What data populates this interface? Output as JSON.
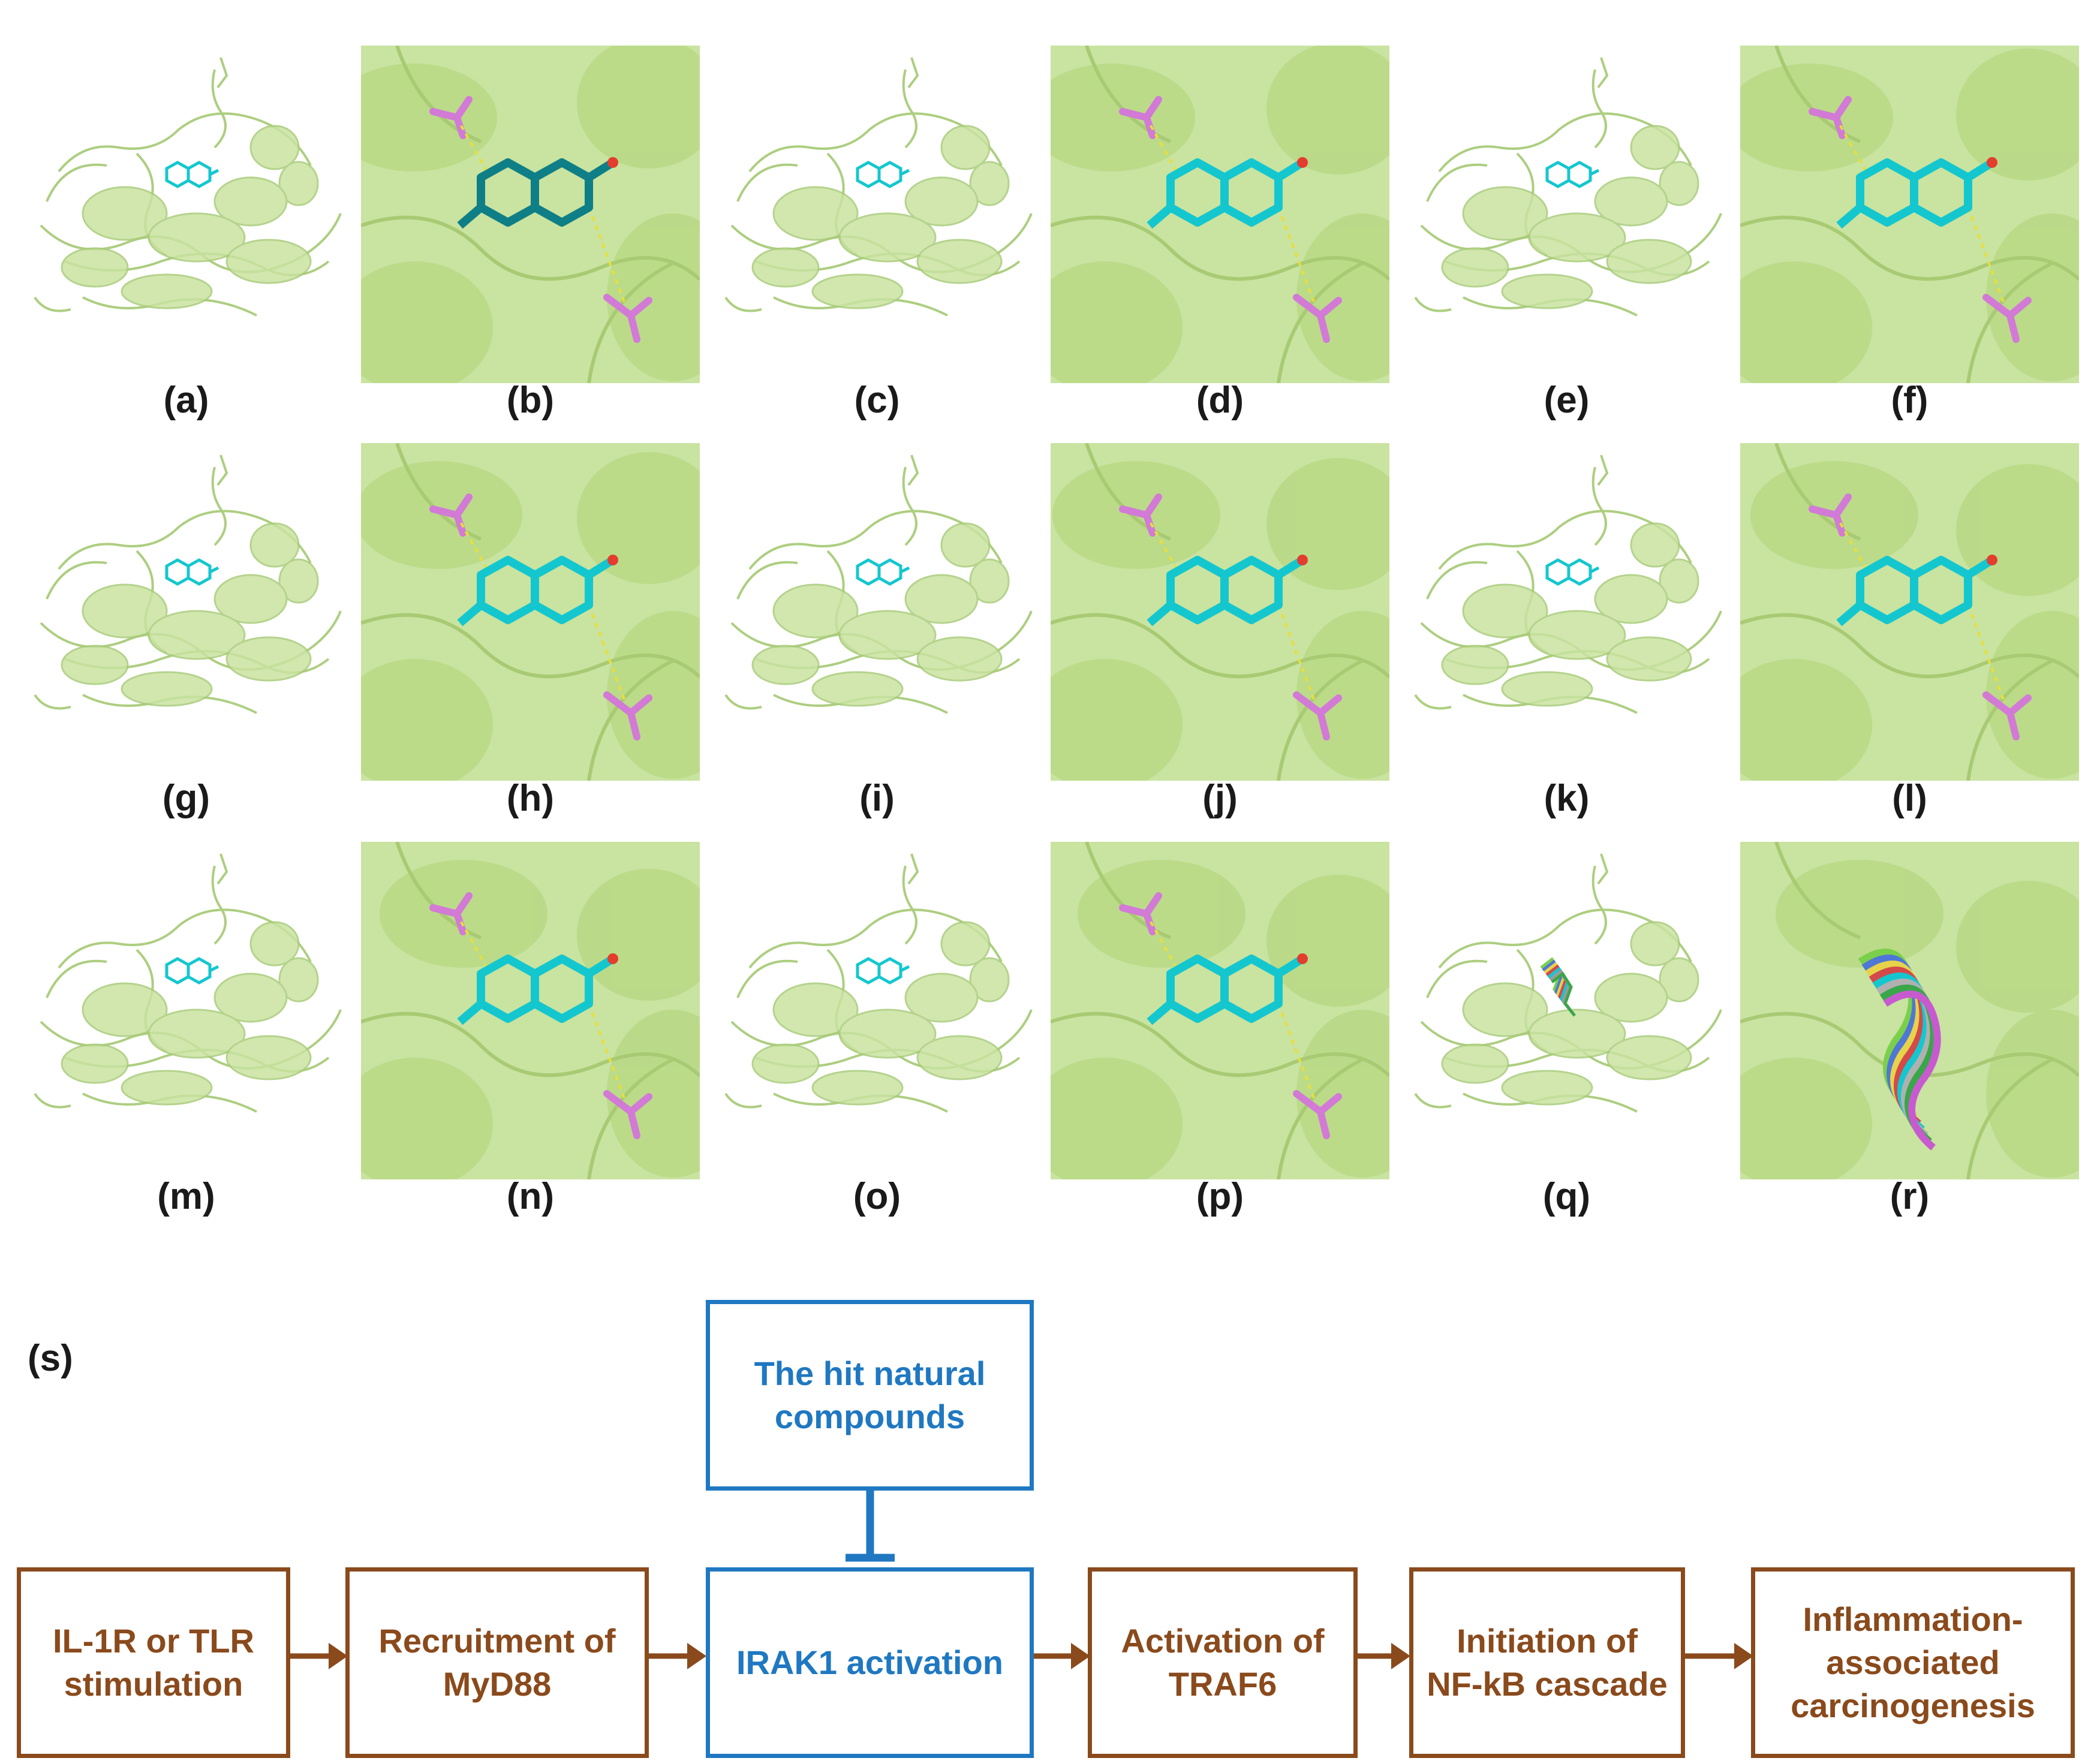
{
  "panels": [
    {
      "label": "(a)",
      "view": "overview",
      "ligand": "cyan"
    },
    {
      "label": "(b)",
      "view": "closeup",
      "ligand": "dark-teal"
    },
    {
      "label": "(c)",
      "view": "overview",
      "ligand": "cyan"
    },
    {
      "label": "(d)",
      "view": "closeup",
      "ligand": "cyan"
    },
    {
      "label": "(e)",
      "view": "overview",
      "ligand": "cyan"
    },
    {
      "label": "(f)",
      "view": "closeup",
      "ligand": "cyan"
    },
    {
      "label": "(g)",
      "view": "overview",
      "ligand": "cyan"
    },
    {
      "label": "(h)",
      "view": "closeup",
      "ligand": "cyan"
    },
    {
      "label": "(i)",
      "view": "overview",
      "ligand": "cyan"
    },
    {
      "label": "(j)",
      "view": "closeup",
      "ligand": "cyan"
    },
    {
      "label": "(k)",
      "view": "overview",
      "ligand": "cyan"
    },
    {
      "label": "(l)",
      "view": "closeup",
      "ligand": "cyan"
    },
    {
      "label": "(m)",
      "view": "overview",
      "ligand": "cyan"
    },
    {
      "label": "(n)",
      "view": "closeup",
      "ligand": "cyan"
    },
    {
      "label": "(o)",
      "view": "overview",
      "ligand": "cyan"
    },
    {
      "label": "(p)",
      "view": "closeup",
      "ligand": "cyan"
    },
    {
      "label": "(q)",
      "view": "overview",
      "ligand": "multicolor"
    },
    {
      "label": "(r)",
      "view": "closeup",
      "ligand": "multicolor"
    }
  ],
  "colors": {
    "protein": "#c9e3a0",
    "protein_dark": "#a9cc7a",
    "ligand": "#14c7cf",
    "ligand_dark": "#0e7f86",
    "residue": "#d27ad6",
    "residue_brown": "#b7866f",
    "hbond": "#e8df3a",
    "flow_brown": "#8a4a1c",
    "flow_blue": "#1f78c1"
  },
  "pathway": {
    "label": "(s)",
    "inhibitor": "The hit natural\ncompounds",
    "steps": [
      "IL-1R or TLR\nstimulation",
      "Recruitment of\nMyD88",
      "IRAK1 activation",
      "Activation of\nTRAF6",
      "Initiation of\nNF-kB cascade",
      "Inflammation-\nassociated\ncarcinogenesis"
    ]
  }
}
